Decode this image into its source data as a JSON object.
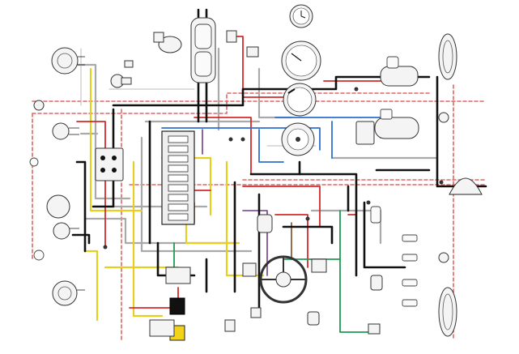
{
  "diagram": {
    "type": "automotive-wiring-schematic",
    "wire_colors": {
      "black": "#111111",
      "red": "#d42a2a",
      "yellow": "#e5cf20",
      "blue": "#2f6fd0",
      "green": "#1f9a55",
      "grey": "#a9a9a9",
      "brown": "#7a4a22",
      "violet": "#6e3b8c",
      "white": "#efefef",
      "pink_dashed": "#e06666"
    },
    "components": [
      {
        "id": "headlight-left-upper",
        "icon": "headlamp-icon"
      },
      {
        "id": "horn-left",
        "icon": "horn-icon"
      },
      {
        "id": "fog-lamp-left",
        "icon": "round-lamp-icon"
      },
      {
        "id": "headlight-left-lower",
        "icon": "headlamp-icon"
      },
      {
        "id": "turn-signal-left",
        "icon": "round-lamp-icon"
      },
      {
        "id": "tail-lamp-left",
        "icon": "headlamp-icon"
      },
      {
        "id": "relay-block",
        "icon": "relay-icon"
      },
      {
        "id": "wiper-motor",
        "icon": "motor-icon"
      },
      {
        "id": "ignition-coil-upper",
        "icon": "coil-icon"
      },
      {
        "id": "distributor",
        "icon": "distributor-icon"
      },
      {
        "id": "fuse-box",
        "icon": "fuse-box-icon"
      },
      {
        "id": "clock",
        "icon": "clock-icon"
      },
      {
        "id": "tachometer",
        "icon": "tachometer-icon"
      },
      {
        "id": "speedometer",
        "icon": "speedometer-icon"
      },
      {
        "id": "fuel-gauge",
        "icon": "gauge-icon"
      },
      {
        "id": "starter-motor",
        "icon": "starter-icon"
      },
      {
        "id": "generator",
        "icon": "generator-icon"
      },
      {
        "id": "voltage-regulator",
        "icon": "regulator-icon"
      },
      {
        "id": "tail-lamp-right-upper",
        "icon": "oval-lamp-icon"
      },
      {
        "id": "license-lamp",
        "icon": "dome-lamp-icon"
      },
      {
        "id": "tail-lamp-right-lower",
        "icon": "oval-lamp-icon"
      },
      {
        "id": "steering-wheel",
        "icon": "steering-wheel-icon"
      },
      {
        "id": "battery",
        "icon": "battery-icon"
      },
      {
        "id": "switch-cluster",
        "icon": "switch-icon"
      },
      {
        "id": "oil-pressure-switch",
        "icon": "sensor-icon"
      },
      {
        "id": "spark-plugs",
        "icon": "spark-plug-icon"
      },
      {
        "id": "horn-relay",
        "icon": "relay-icon"
      }
    ]
  }
}
